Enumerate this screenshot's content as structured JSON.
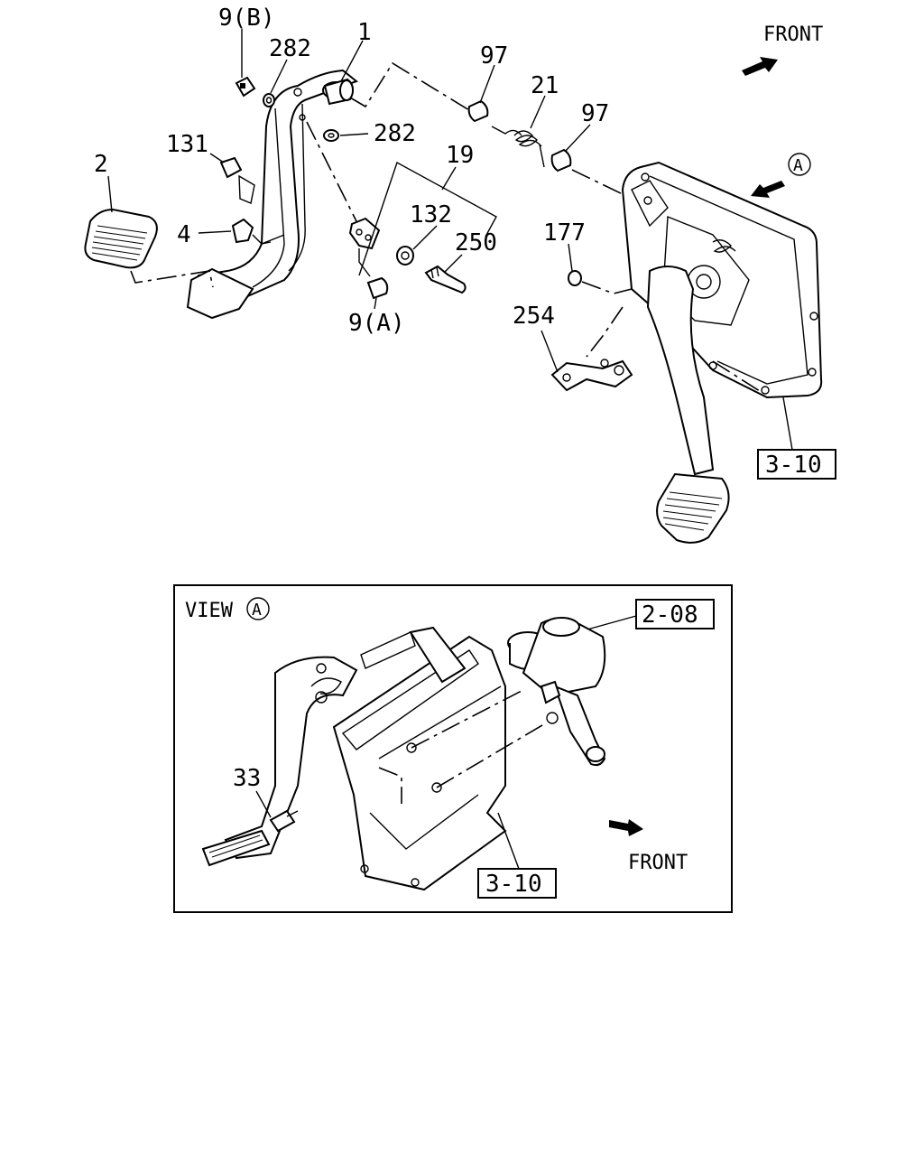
{
  "main_view": {
    "front_label": "FRONT",
    "view_marker": "A",
    "callouts": {
      "p9b": "9(B)",
      "p282a": "282",
      "p1": "1",
      "p97a": "97",
      "p21": "21",
      "p97b": "97",
      "p131": "131",
      "p282b": "282",
      "p19": "19",
      "p2": "2",
      "p132": "132",
      "p250": "250",
      "p177": "177",
      "p4": "4",
      "p9a": "9(A)",
      "p254": "254"
    },
    "ref_box": "3-10"
  },
  "view_a": {
    "title": "VIEW",
    "marker": "A",
    "ref_box_top": "2-08",
    "ref_box_bottom": "3-10",
    "callout_33": "33",
    "front_label": "FRONT"
  }
}
